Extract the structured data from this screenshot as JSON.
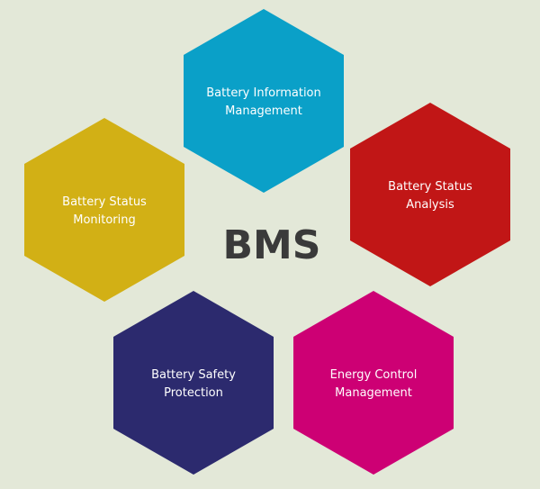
{
  "title": "BMS",
  "modules": [
    {
      "id": "info",
      "lines": [
        "Battery Information",
        "Management"
      ],
      "color": "#0aa0c8"
    },
    {
      "id": "analysis",
      "lines": [
        "Battery Status",
        "Analysis"
      ],
      "color": "#c11616"
    },
    {
      "id": "monitoring",
      "lines": [
        "Battery Status",
        "Monitoring"
      ],
      "color": "#d2b015"
    },
    {
      "id": "protection",
      "lines": [
        "Battery Safety",
        "Protection"
      ],
      "color": "#2c2a6e"
    },
    {
      "id": "energy",
      "lines": [
        "Energy Control",
        "Management"
      ],
      "color": "#cd0074"
    }
  ]
}
